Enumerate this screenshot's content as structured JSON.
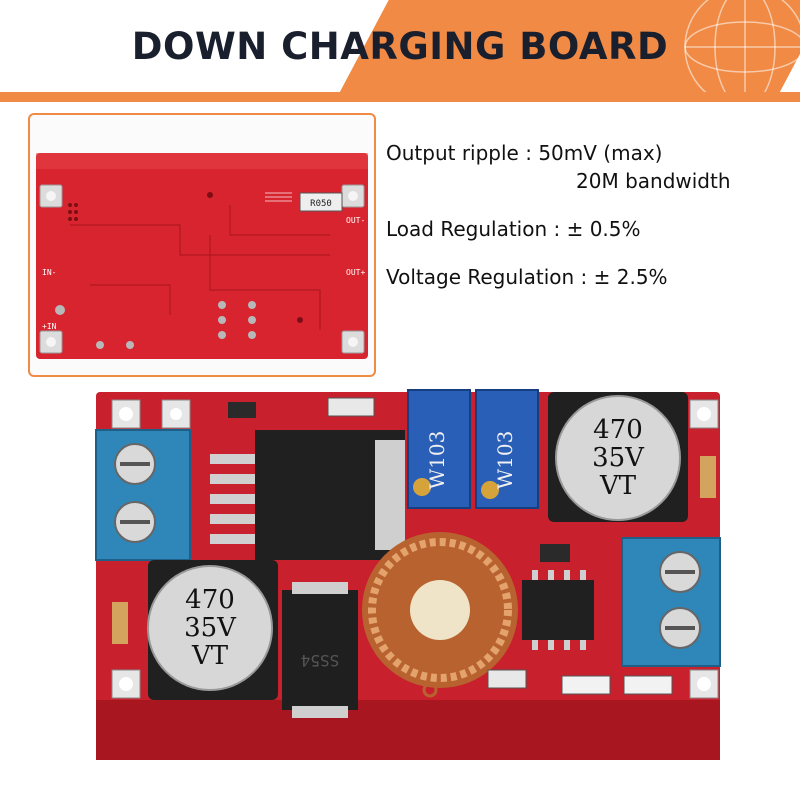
{
  "banner": {
    "title": "DOWN CHARGING BOARD",
    "accent_color": "#f08a44",
    "title_color": "#1a1f2e"
  },
  "inset": {
    "silkscreen": {
      "resistor": "R050",
      "out_minus": "OUT-",
      "out_plus": "OUT+",
      "in_minus": "IN-",
      "in_plus": "+IN"
    }
  },
  "specs": {
    "output_ripple": "Output ripple : 50mV (max)",
    "bandwidth": "20M bandwidth",
    "load_regulation": "Load Regulation : ± 0.5%",
    "voltage_regulation": "Voltage Regulation : ± 2.5%"
  },
  "board": {
    "pot_left_label": "W103",
    "pot_right_label": "W103",
    "cap_top": [
      "470",
      "35V",
      "VT"
    ],
    "cap_bottom": [
      "470",
      "35V",
      "VT"
    ],
    "diode_label": "SS54",
    "board_color": "#c8202c"
  }
}
